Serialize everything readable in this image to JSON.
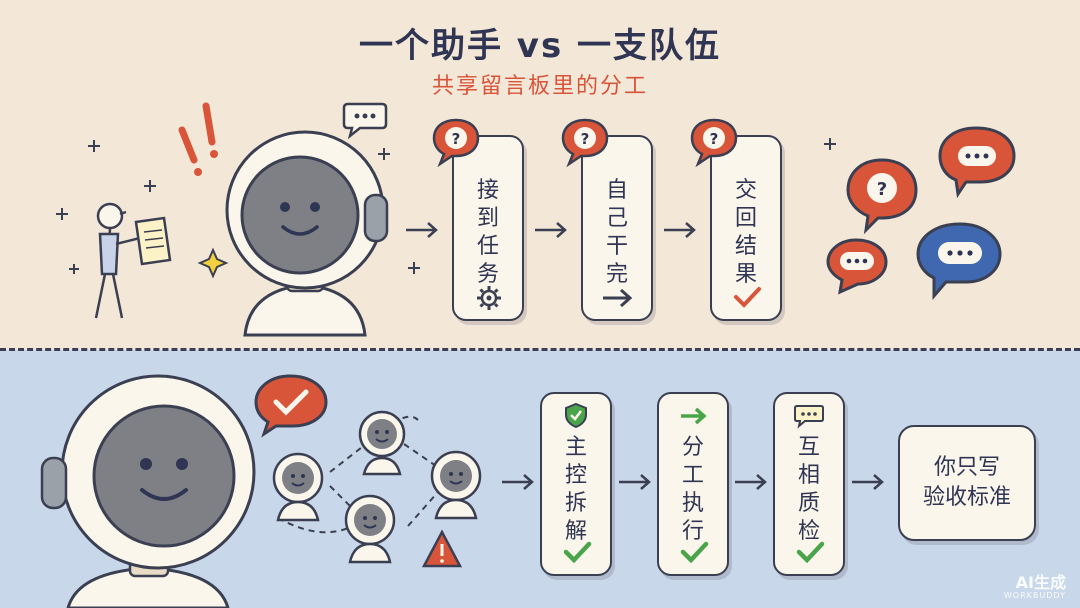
{
  "title": "一个助手 vs 一支队伍",
  "subtitle": "共享留言板里的分工",
  "single_flow": [
    {
      "chars": [
        "接",
        "到",
        "任",
        "务"
      ],
      "top_icon": "question-bubble-icon",
      "bottom_icon": "gear-icon"
    },
    {
      "chars": [
        "自",
        "己",
        "干",
        "完"
      ],
      "top_icon": "question-bubble-icon",
      "bottom_icon": "arrow-right-icon"
    },
    {
      "chars": [
        "交",
        "回",
        "结",
        "果"
      ],
      "top_icon": "question-bubble-icon",
      "bottom_icon": "check-icon"
    }
  ],
  "team_flow": [
    {
      "chars": [
        "主",
        "控",
        "拆",
        "解"
      ],
      "top_icon": "shield-check-icon",
      "bottom_icon": "check-icon"
    },
    {
      "chars": [
        "分",
        "工",
        "执",
        "行"
      ],
      "top_icon": "arrow-right-icon",
      "bottom_icon": "check-icon"
    },
    {
      "chars": [
        "互",
        "相",
        "质",
        "检"
      ],
      "top_icon": "chat-bubble-icon",
      "bottom_icon": "check-icon"
    }
  ],
  "final_box": {
    "line1": "你只写",
    "line2": "验收标准"
  },
  "watermark": {
    "line1": "AI生成",
    "line2": "WORKBUDDY"
  },
  "colors": {
    "top_bg": "#f3e7d8",
    "bottom_bg": "#c9d7ea",
    "ink": "#2f3552",
    "accent_red": "#d9553a",
    "accent_blue": "#3f68b0",
    "check_green": "#4aa54a"
  }
}
